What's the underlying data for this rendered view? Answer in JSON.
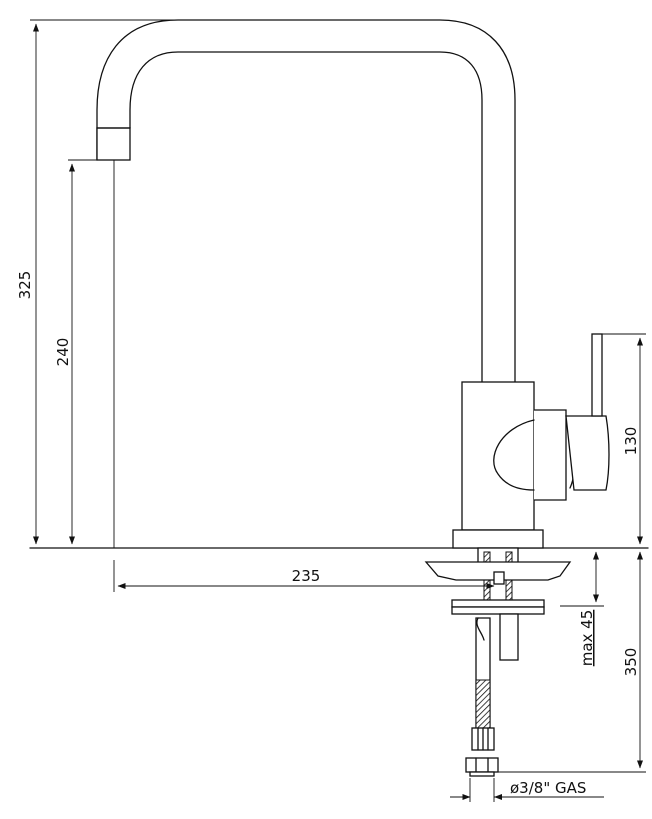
{
  "dimensions": {
    "total_height": "325",
    "spout_height": "240",
    "lever_height": "130",
    "spout_reach": "235",
    "max_deck": "max 45",
    "hose_length": "350",
    "connection": "ø3/8\" GAS"
  },
  "colors": {
    "line": "#111111",
    "background": "#ffffff"
  }
}
